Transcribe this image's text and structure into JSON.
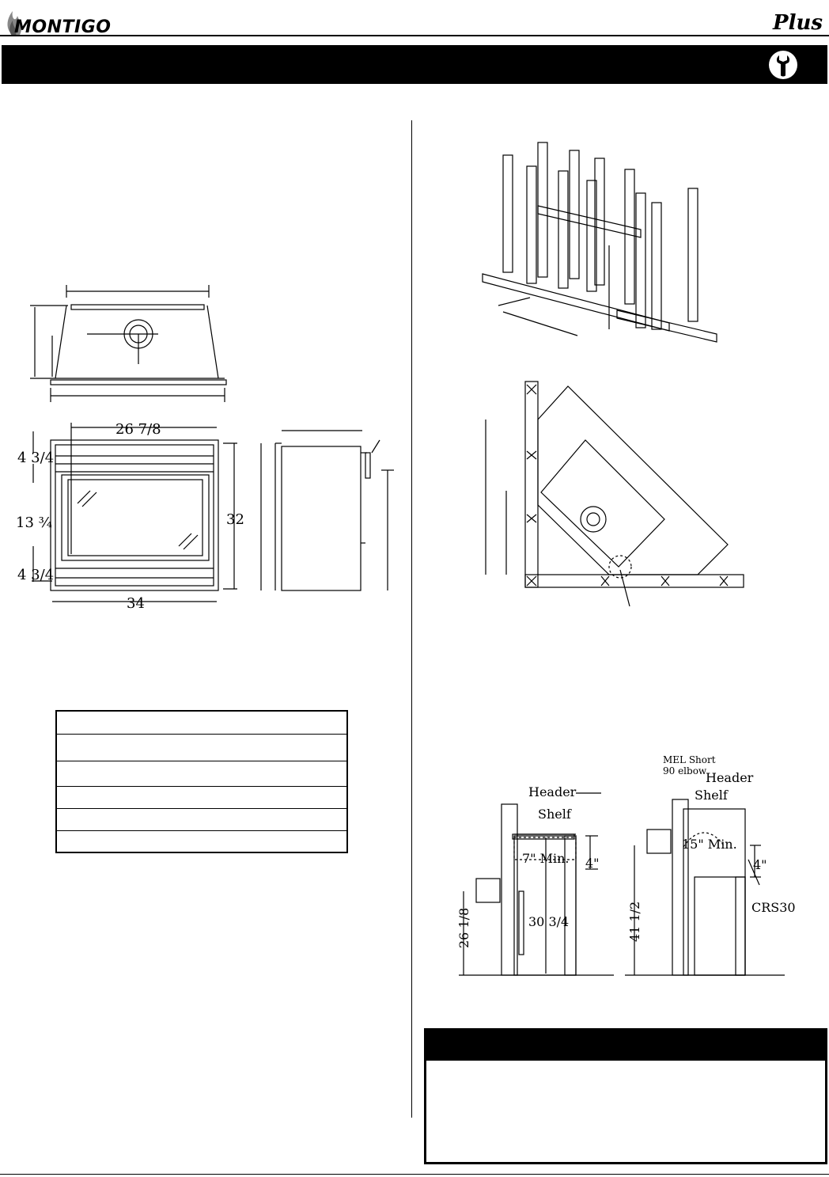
{
  "header": {
    "brand": "MONTIGO",
    "series": "Plus"
  },
  "icons": [
    "flame-logo-icon",
    "wrench-icon"
  ],
  "dimensions_front": {
    "width_top": "26 7/8",
    "upper_band": "4 3/4",
    "glass_height": "13 ¾",
    "lower_band": "4 3/4",
    "overall_height": "32",
    "overall_width": "34"
  },
  "alcove_drawings": {
    "left": {
      "header": "Header",
      "shelf": "Shelf",
      "min_clearance": "7\" Min.",
      "shelf_gap": "4\"",
      "height_to_top": "30 3/4",
      "vent_height": "26 1/8"
    },
    "right": {
      "elbow_note_line1": "MEL Short",
      "elbow_note_line2": "90  elbow",
      "header": "Header",
      "shelf": "Shelf",
      "min_clearance": "15\" Min.",
      "shelf_gap": "4\"",
      "vent_height": "41 1/2",
      "part": "CRS30"
    }
  }
}
